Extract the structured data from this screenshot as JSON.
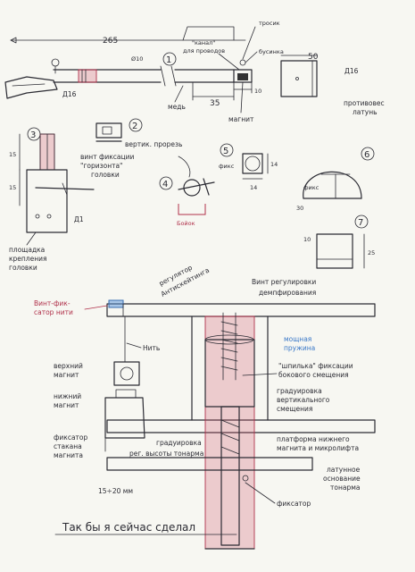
{
  "labels": {
    "dim_265": "265",
    "dim_10_diam": "Ø10",
    "kanal": "\"канал\"",
    "dlya_provodov": "для проводов",
    "trosik": "тросик",
    "businka": "бусинка",
    "dim_50": "50",
    "d16_right": "Д16",
    "d16_left": "Д16",
    "med": "медь",
    "dim_35": "35",
    "dim_10": "10",
    "magnit": "магнит",
    "protivoves": "противовес",
    "latun": "латунь",
    "vertik_prorez": "вертик. прорезь",
    "vint_fiks_1": "винт фиксации",
    "vint_fiks_2": "\"горизонта\"",
    "vint_fiks_3": "головки",
    "d1": "Д1",
    "dim_15a": "15",
    "dim_15b": "15",
    "ploshchadka_1": "площадка",
    "ploshchadka_2": "крепления",
    "ploshchadka_3": "головки",
    "boyok": "Бойок",
    "fiks": "фикс",
    "dim_14a": "14",
    "dim_14b": "14",
    "dim_30": "30",
    "fiks2": "фикс",
    "dim_10b": "10",
    "dim_25": "25",
    "reg_anti_1": "регулятор",
    "reg_anti_2": "Антискейтинга",
    "vint_reg_1": "Винт регулировки",
    "vint_reg_2": "демпфирования",
    "vint_fiks_red_1": "Винт-фик-",
    "vint_fiks_red_2": "сатор нити",
    "nit": "Нить",
    "moshchnaya_1": "мощная",
    "moshchnaya_2": "пружина",
    "shpilka_1": "\"шпилька\" фиксации",
    "shpilka_2": "бокового смещения",
    "verhniy_1": "верхний",
    "verhniy_2": "магнит",
    "nizhniy_1": "нижний",
    "nizhniy_2": "магнит",
    "graduirovka_v_1": "градуировка",
    "graduirovka_v_2": "вертикального",
    "graduirovka_v_3": "смещения",
    "platforma_1": "платформа нижнего",
    "platforma_2": "магнита и микролифта",
    "fiksator_st_1": "фиксатор",
    "fiksator_st_2": "стакана",
    "fiksator_st_3": "магнита",
    "graduirovka_t": "градуировка",
    "reg_vysoty": "рег. высоты тонарма",
    "latunnoe_1": "латунное",
    "latunnoe_2": "основание",
    "latunnoe_3": "тонарма",
    "dim_15_20": "15÷20 мм",
    "fiksator_bottom": "фиксатор",
    "footer": "Так бы я сейчас сделал"
  },
  "markers": [
    "1",
    "2",
    "3",
    "4",
    "5",
    "6",
    "7"
  ]
}
